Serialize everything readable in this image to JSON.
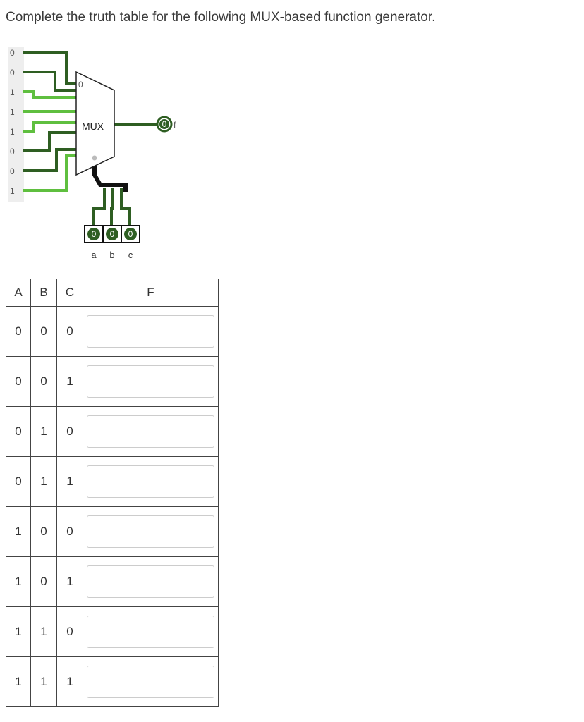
{
  "question": "Complete the truth table for the following MUX-based function generator.",
  "circuit": {
    "inputs": [
      "0",
      "0",
      "1",
      "1",
      "1",
      "0",
      "0",
      "1"
    ],
    "mux_label": "MUX",
    "mux_top_pin": "0",
    "output_value": "0",
    "output_label": "f",
    "select_values": [
      "0",
      "0",
      "0"
    ],
    "select_labels": [
      "a",
      "b",
      "c"
    ],
    "colors": {
      "dark_wire": "#2e5e22",
      "light_wire": "#5fbf3f",
      "led": "#2e5e22"
    }
  },
  "table": {
    "headers": [
      "A",
      "B",
      "C",
      "F"
    ],
    "rows": [
      [
        "0",
        "0",
        "0"
      ],
      [
        "0",
        "0",
        "1"
      ],
      [
        "0",
        "1",
        "0"
      ],
      [
        "0",
        "1",
        "1"
      ],
      [
        "1",
        "0",
        "0"
      ],
      [
        "1",
        "0",
        "1"
      ],
      [
        "1",
        "1",
        "0"
      ],
      [
        "1",
        "1",
        "1"
      ]
    ]
  }
}
